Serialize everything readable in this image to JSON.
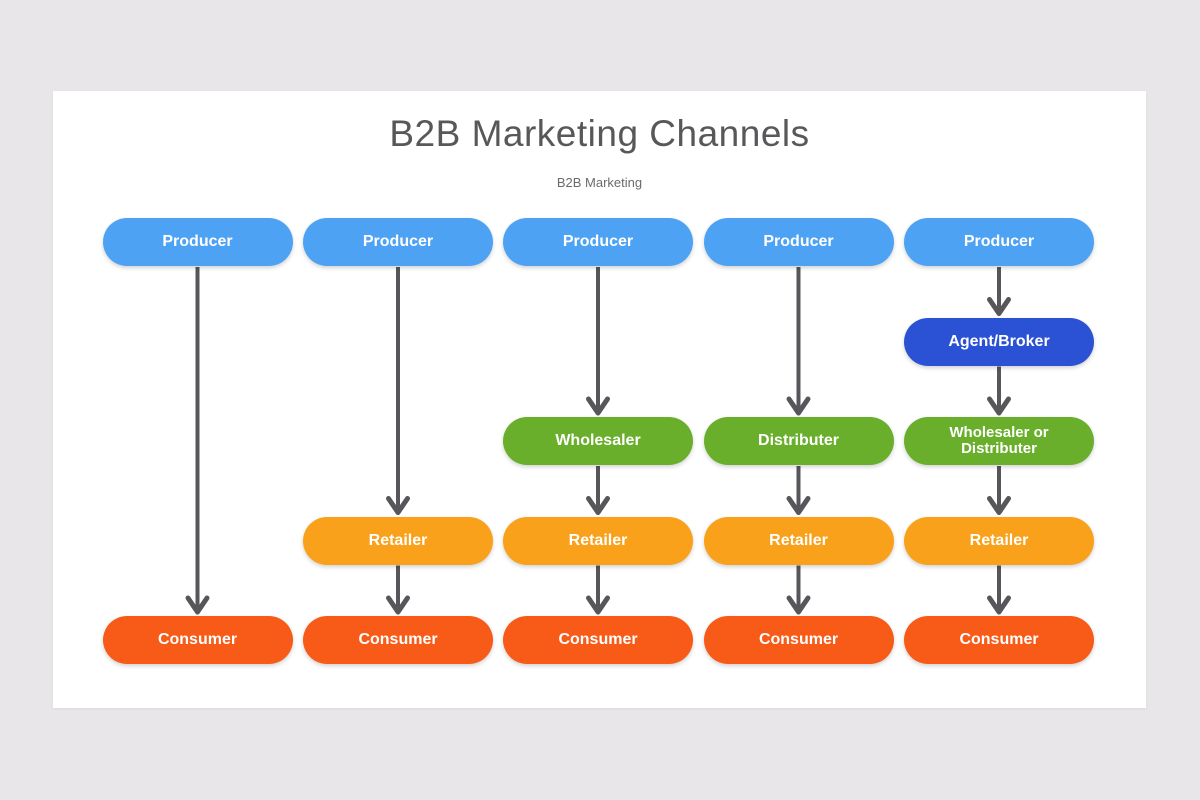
{
  "page": {
    "title": "B2B Marketing Channels",
    "subtitle": "B2B Marketing"
  },
  "colors": {
    "page_bg": "#E8E6E8",
    "card_bg": "#FFFFFF",
    "title_text": "#58585A",
    "subtitle_text": "#6B6B6B",
    "node_text": "#FFFFFF",
    "arrow": "#57575B",
    "producer": "#4DA2F4",
    "agent": "#2B51D5",
    "wholesaler": "#69AF2B",
    "retailer": "#F9A11B",
    "consumer": "#F85A17"
  },
  "diagram": {
    "row_names": [
      "producer",
      "agent-broker",
      "wholesaler-distributer",
      "retailer",
      "consumer"
    ],
    "columns": [
      {
        "name": "channel-direct",
        "nodes": [
          {
            "label": "Producer",
            "type": "producer",
            "row": 0
          },
          {
            "label": "Consumer",
            "type": "consumer",
            "row": 4
          }
        ]
      },
      {
        "name": "channel-retailer",
        "nodes": [
          {
            "label": "Producer",
            "type": "producer",
            "row": 0
          },
          {
            "label": "Retailer",
            "type": "retailer",
            "row": 3
          },
          {
            "label": "Consumer",
            "type": "consumer",
            "row": 4
          }
        ]
      },
      {
        "name": "channel-wholesaler",
        "nodes": [
          {
            "label": "Producer",
            "type": "producer",
            "row": 0
          },
          {
            "label": "Wholesaler",
            "type": "wholesaler",
            "row": 2
          },
          {
            "label": "Retailer",
            "type": "retailer",
            "row": 3
          },
          {
            "label": "Consumer",
            "type": "consumer",
            "row": 4
          }
        ]
      },
      {
        "name": "channel-distributer",
        "nodes": [
          {
            "label": "Producer",
            "type": "producer",
            "row": 0
          },
          {
            "label": "Distributer",
            "type": "wholesaler",
            "row": 2
          },
          {
            "label": "Retailer",
            "type": "retailer",
            "row": 3
          },
          {
            "label": "Consumer",
            "type": "consumer",
            "row": 4
          }
        ]
      },
      {
        "name": "channel-agent-broker",
        "nodes": [
          {
            "label": "Producer",
            "type": "producer",
            "row": 0
          },
          {
            "label": "Agent/Broker",
            "type": "agent",
            "row": 1
          },
          {
            "label": "Wholesaler or Distributer",
            "type": "wholesaler",
            "row": 2,
            "wrap": true
          },
          {
            "label": "Retailer",
            "type": "retailer",
            "row": 3
          },
          {
            "label": "Consumer",
            "type": "consumer",
            "row": 4
          }
        ]
      }
    ]
  }
}
